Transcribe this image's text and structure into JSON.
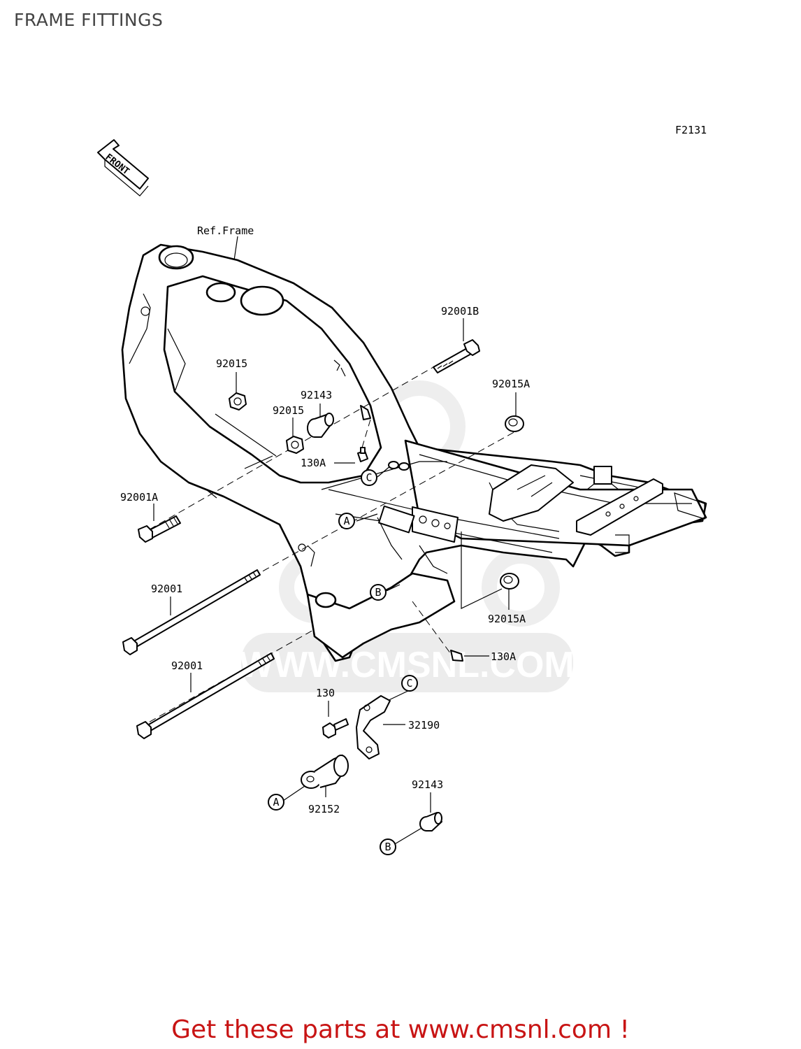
{
  "page": {
    "title": "FRAME FITTINGS",
    "footer": "Get these parts at www.cmsnl.com !"
  },
  "diagram": {
    "code": "F2131",
    "front_arrow": "FRONT",
    "ref_frame": "Ref.Frame",
    "watermark": "WWW.CMSNL.COM",
    "labels": {
      "p92001B": "92001B",
      "p92015_top": "92015",
      "p92143_top": "92143",
      "p92015A_top": "92015A",
      "p92015_mid": "92015",
      "p130A_top": "130A",
      "p92001A": "92001A",
      "p92001_a": "92001",
      "p92015A_bot": "92015A",
      "p130A_bot": "130A",
      "p92001_b": "92001",
      "p130": "130",
      "p32190": "32190",
      "p92143_bot": "92143",
      "p92152": "92152"
    },
    "callouts": {
      "a": "A",
      "b": "B",
      "c": "C"
    },
    "colors": {
      "line": "#000000",
      "footer": "#c81414",
      "watermark": "#e6e6e6"
    }
  }
}
